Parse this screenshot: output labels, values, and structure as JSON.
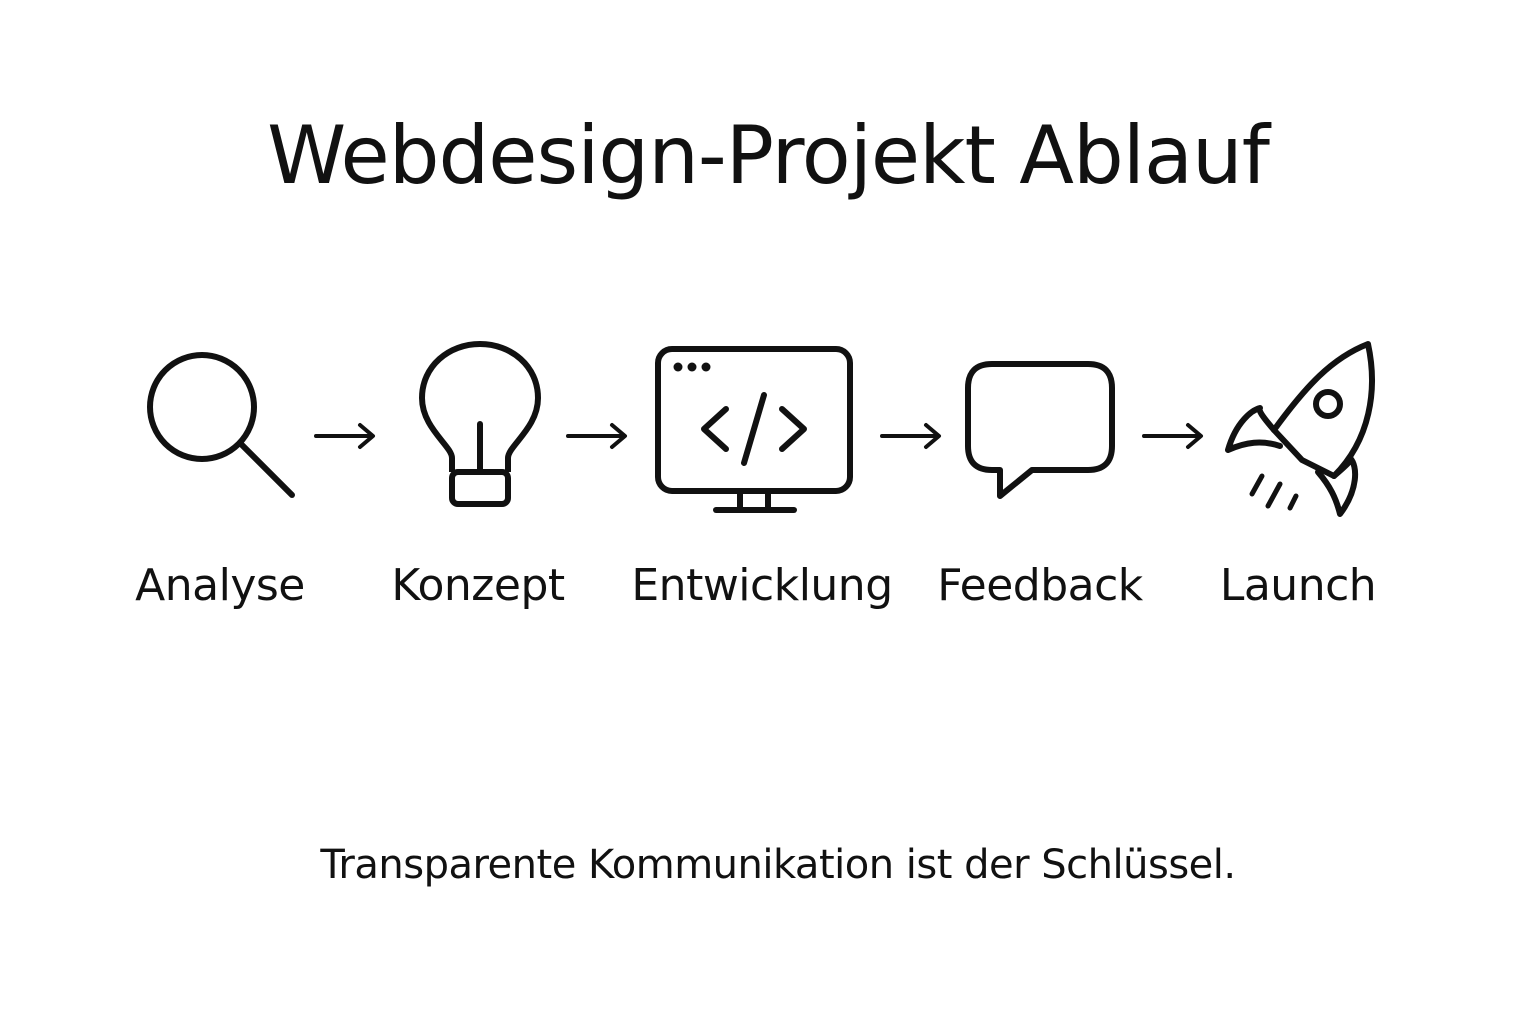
{
  "title": "Webdesign-Projekt Ablauf",
  "steps": [
    {
      "label": "Analyse",
      "icon": "magnifier-icon"
    },
    {
      "label": "Konzept",
      "icon": "lightbulb-icon"
    },
    {
      "label": "Entwicklung",
      "icon": "code-monitor-icon"
    },
    {
      "label": "Feedback",
      "icon": "speech-bubble-icon"
    },
    {
      "label": "Launch",
      "icon": "rocket-icon"
    }
  ],
  "connector_icon": "arrow-right-icon",
  "footer": "Transparente Kommunikation ist der Schlüssel.",
  "colors": {
    "stroke": "#111111",
    "background": "#ffffff"
  }
}
